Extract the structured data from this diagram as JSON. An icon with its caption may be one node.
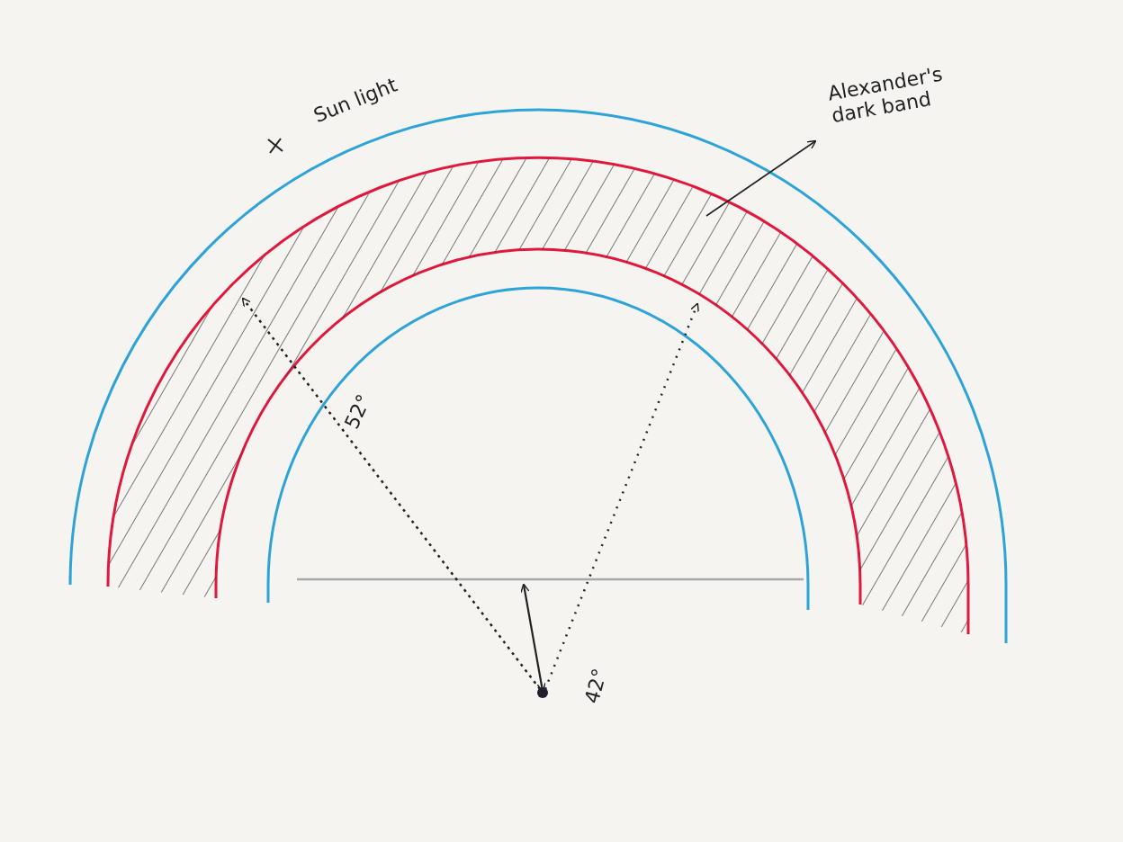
{
  "diagram": {
    "nodes": [
      {
        "text": [
          "Alexander's dark band"
        ]
      },
      {
        "text": [],
        "shape": "band"
      }
    ],
    "edges": [
      {
        "from": 1,
        "to": 0,
        "arrow": "to"
      }
    ],
    "labels": [
      "Sun light",
      "52°",
      "42°"
    ]
  }
}
